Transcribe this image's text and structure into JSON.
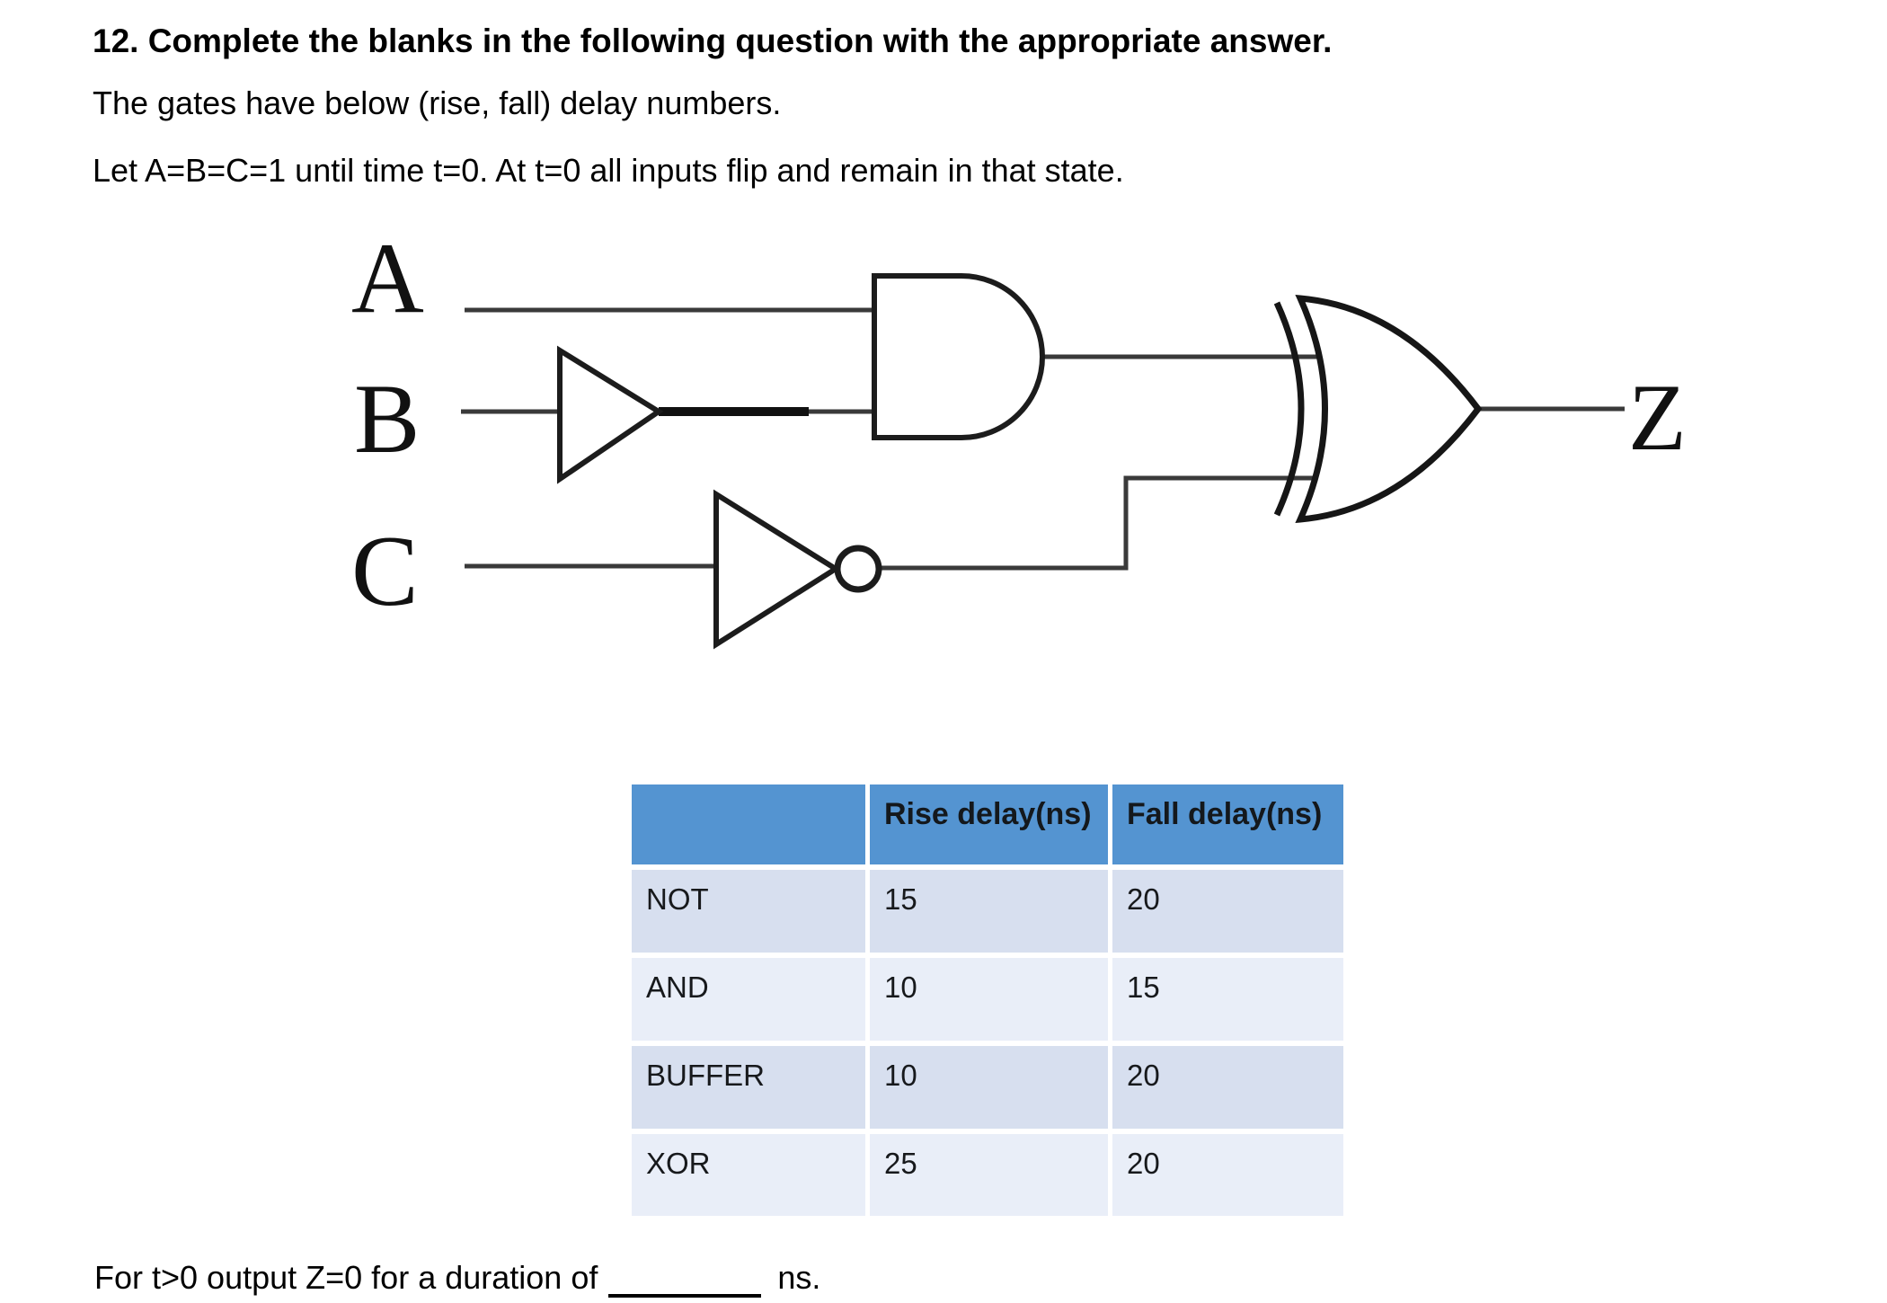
{
  "question": {
    "title": "12. Complete the blanks in the following question with the appropriate answer.",
    "intro_line_1": "The gates have below (rise, fall) delay numbers.",
    "intro_line_2": "Let A=B=C=1 until time t=0. At t=0 all inputs flip and remain in that state."
  },
  "circuit": {
    "input_a_label": "A",
    "input_b_label": "B",
    "input_c_label": "C",
    "output_label": "Z",
    "gates": [
      "BUFFER",
      "NOT",
      "AND",
      "XOR"
    ]
  },
  "delay_table": {
    "header": {
      "corner": "",
      "rise": "Rise delay(ns)",
      "fall": "Fall delay(ns)"
    },
    "rows": [
      {
        "gate": "NOT",
        "rise": "15",
        "fall": "20"
      },
      {
        "gate": "AND",
        "rise": "10",
        "fall": "15"
      },
      {
        "gate": "BUFFER",
        "rise": "10",
        "fall": "20"
      },
      {
        "gate": "XOR",
        "rise": "25",
        "fall": "20"
      }
    ]
  },
  "footer": {
    "prefix": "For t>0 output Z=0 for a duration of",
    "suffix": "ns."
  },
  "colors": {
    "table_header_blue": "#5494d1",
    "table_row_dark": "#d7dfef",
    "table_row_light": "#e9eef8",
    "ink": "#1a1a1a"
  }
}
